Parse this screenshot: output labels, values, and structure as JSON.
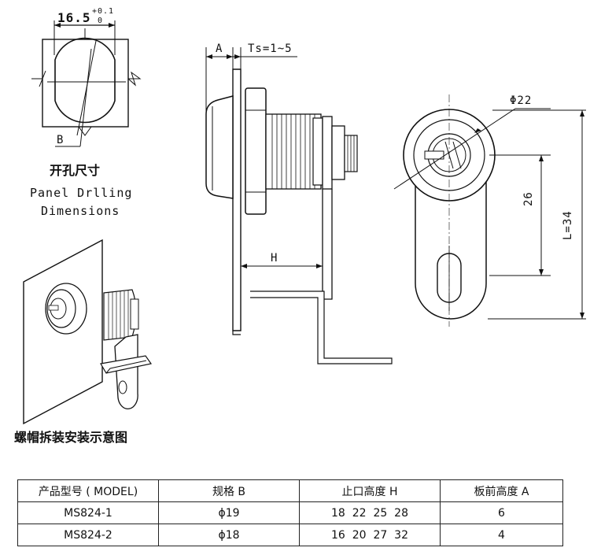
{
  "drilling": {
    "dim_value": "16.5",
    "tol_upper": "+0.1",
    "tol_lower": "0",
    "b_label": "B",
    "caption_cn": "开孔尺寸",
    "caption_en_1": "Panel Drlling",
    "caption_en_2": "Dimensions"
  },
  "side_view": {
    "a_label": "A",
    "ts_label": "Ts=1~5",
    "h_label": "H"
  },
  "front_view": {
    "diameter_label": "Φ22",
    "dim_26": "26",
    "dim_l": "L=34"
  },
  "install": {
    "caption_cn": "螺帽拆装安装示意图"
  },
  "table": {
    "headers": [
      "产品型号 ( MODEL)",
      "规格 B",
      "止口高度 H",
      "板前高度 A"
    ],
    "rows": [
      [
        "MS824-1",
        "ϕ19",
        "18  22  25  28",
        "6"
      ],
      [
        "MS824-2",
        "ϕ18",
        "16  20  27  32",
        "4"
      ]
    ]
  }
}
